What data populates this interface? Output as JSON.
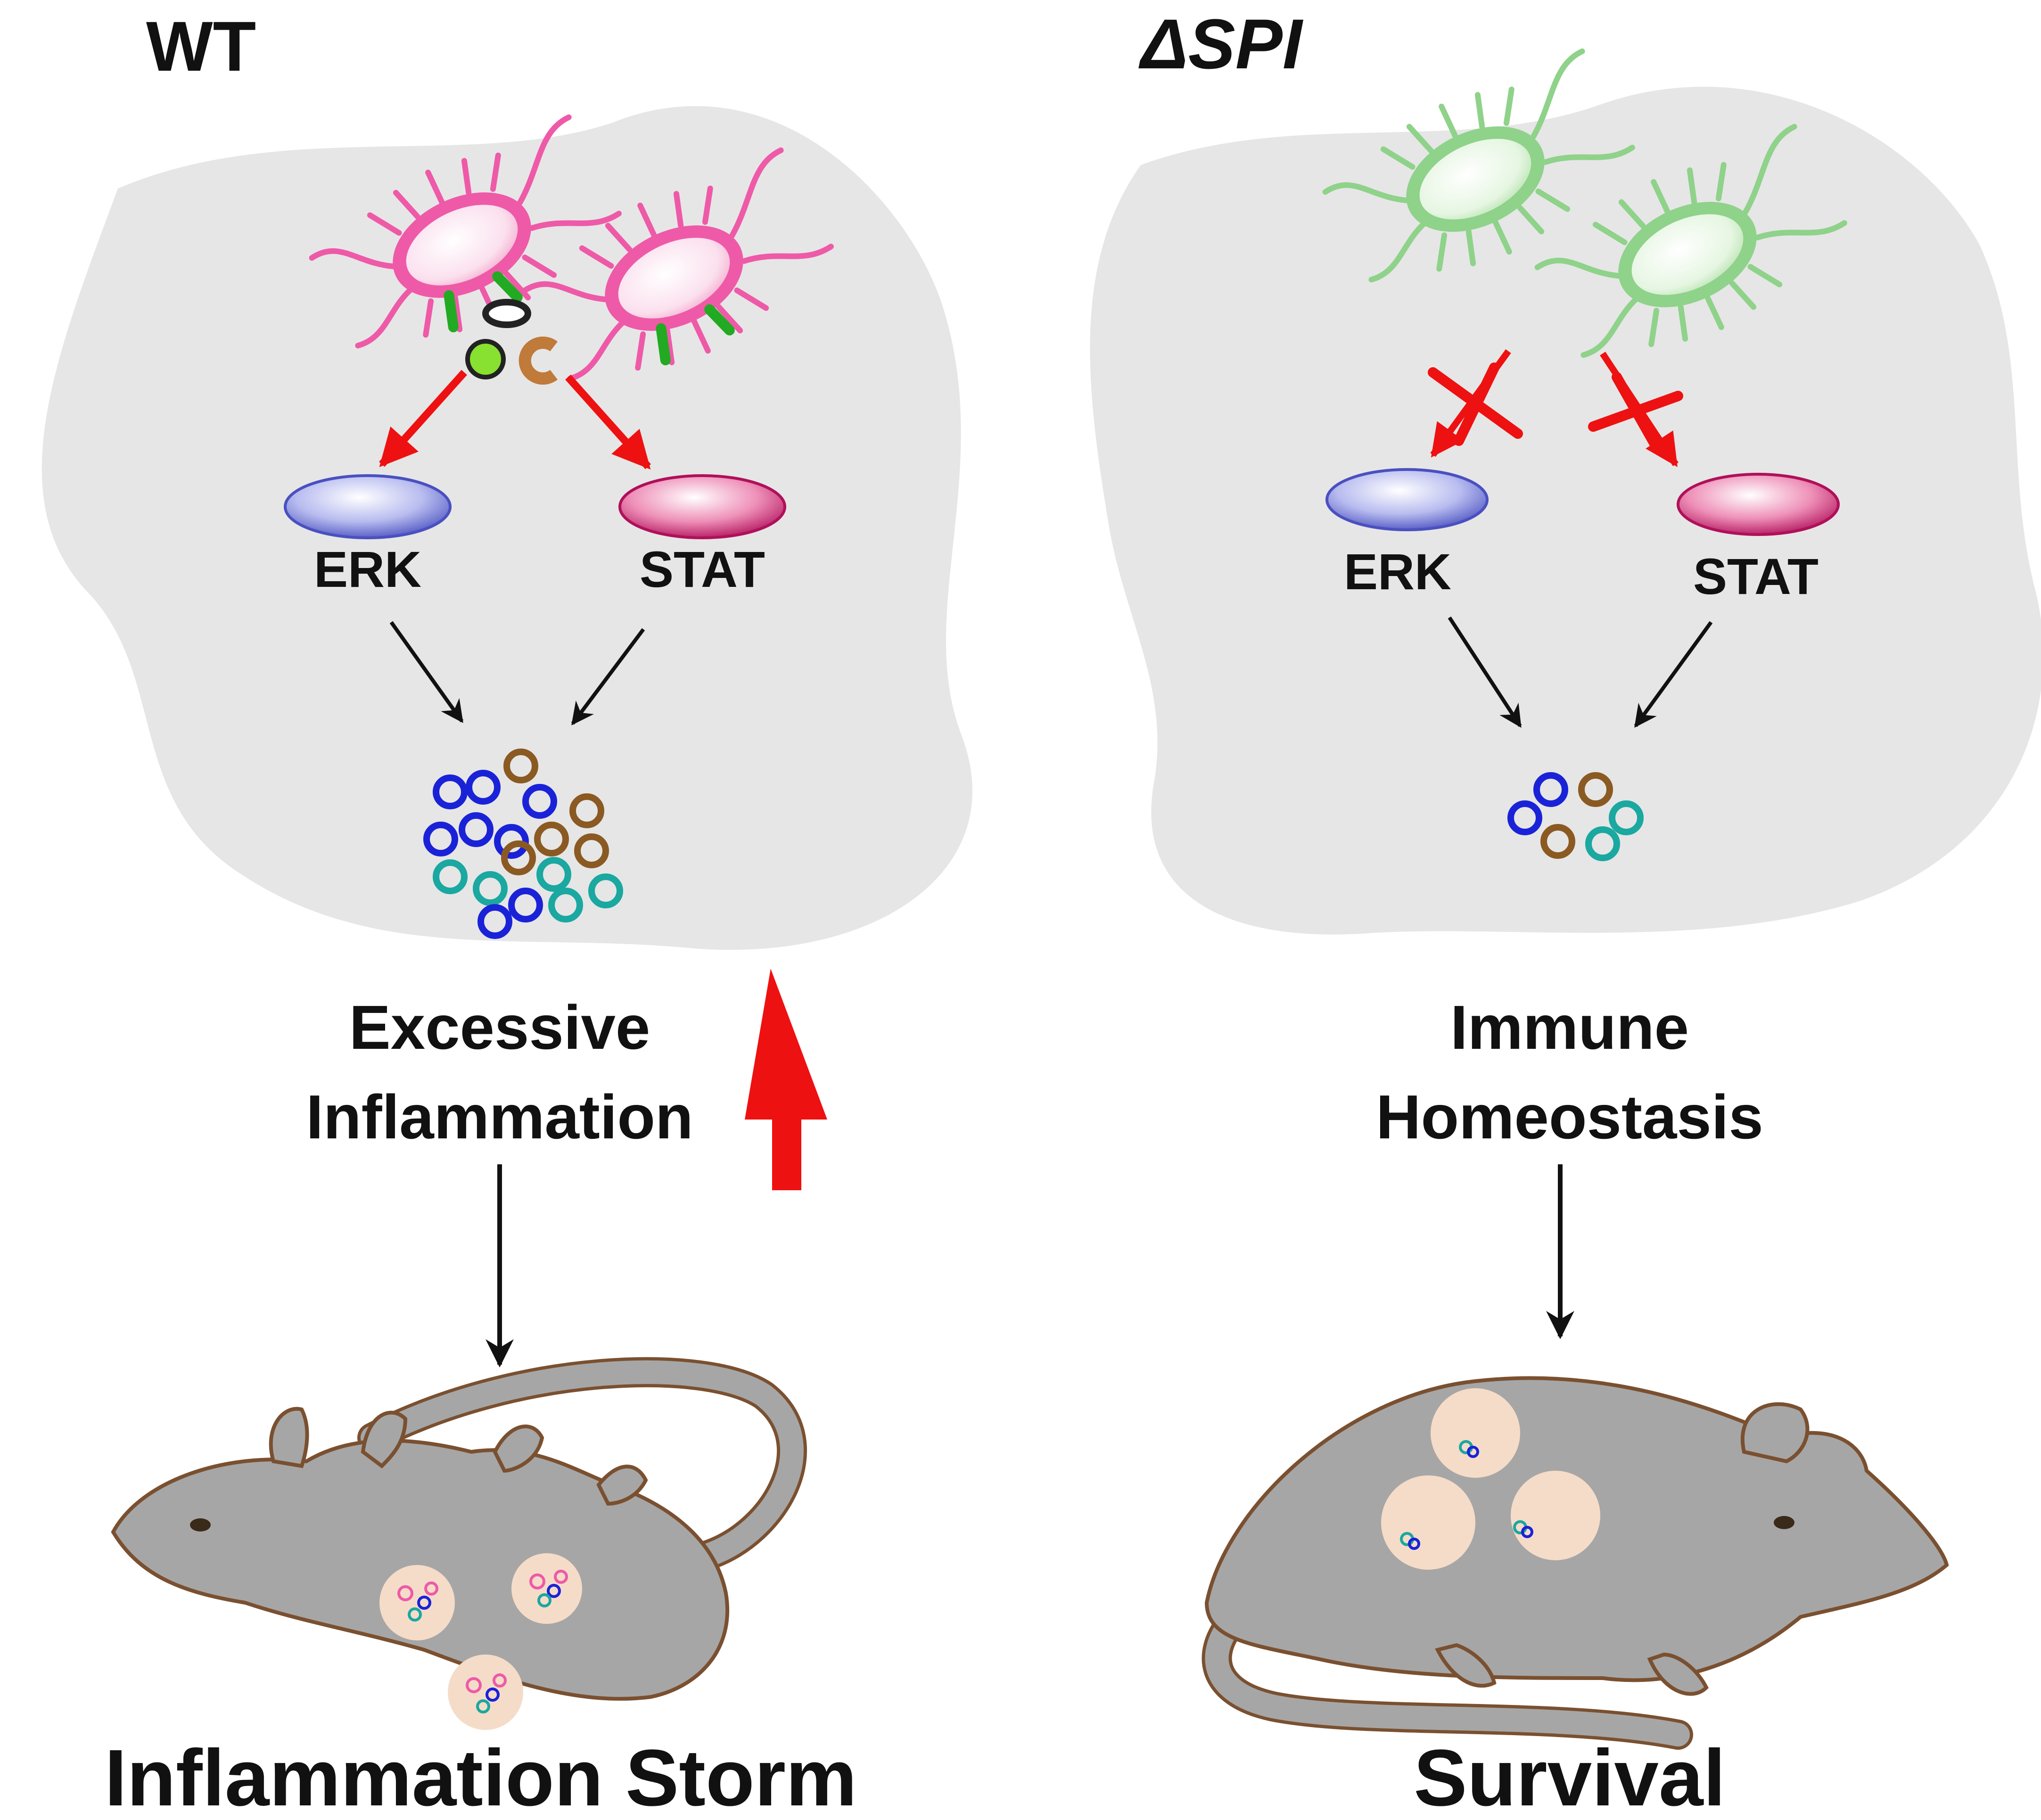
{
  "left_panel": {
    "title": "WT",
    "kinase_1": "ERK",
    "kinase_2": "STAT",
    "outcome_line_1": "Excessive",
    "outcome_line_2": "Inflammation",
    "result": "Inflammation Storm"
  },
  "right_panel": {
    "title": "ΔSPI",
    "kinase_1": "ERK",
    "kinase_2": "STAT",
    "outcome_line_1": "Immune",
    "outcome_line_2": "Homeostasis",
    "result": "Survival"
  },
  "colors": {
    "cell_fill": "#e6e6e6",
    "wt_bacteria": "#ee5aa8",
    "dspi_bacteria": "#8fd28a",
    "erk": "#5a60c8",
    "stat": "#c8206a",
    "signal_arrow": "#ee1111",
    "cytokine_blue": "#1a22d8",
    "cytokine_brown": "#8a5a22",
    "cytokine_teal": "#1aa8a0",
    "mouse_fill": "#a6a6a6",
    "mouse_outline": "#7a5030",
    "lesion": "#f5dcc8"
  },
  "icons": {
    "bacterium": "rod-bacterium-icon",
    "effectors": "effector-molecules-icon",
    "kinase": "ellipse-kinase-icon",
    "cytokine": "ring-cytokine-icon",
    "mouse": "mouse-icon",
    "blocked": "red-cross-blocked-icon",
    "increase": "red-up-arrow-icon"
  }
}
